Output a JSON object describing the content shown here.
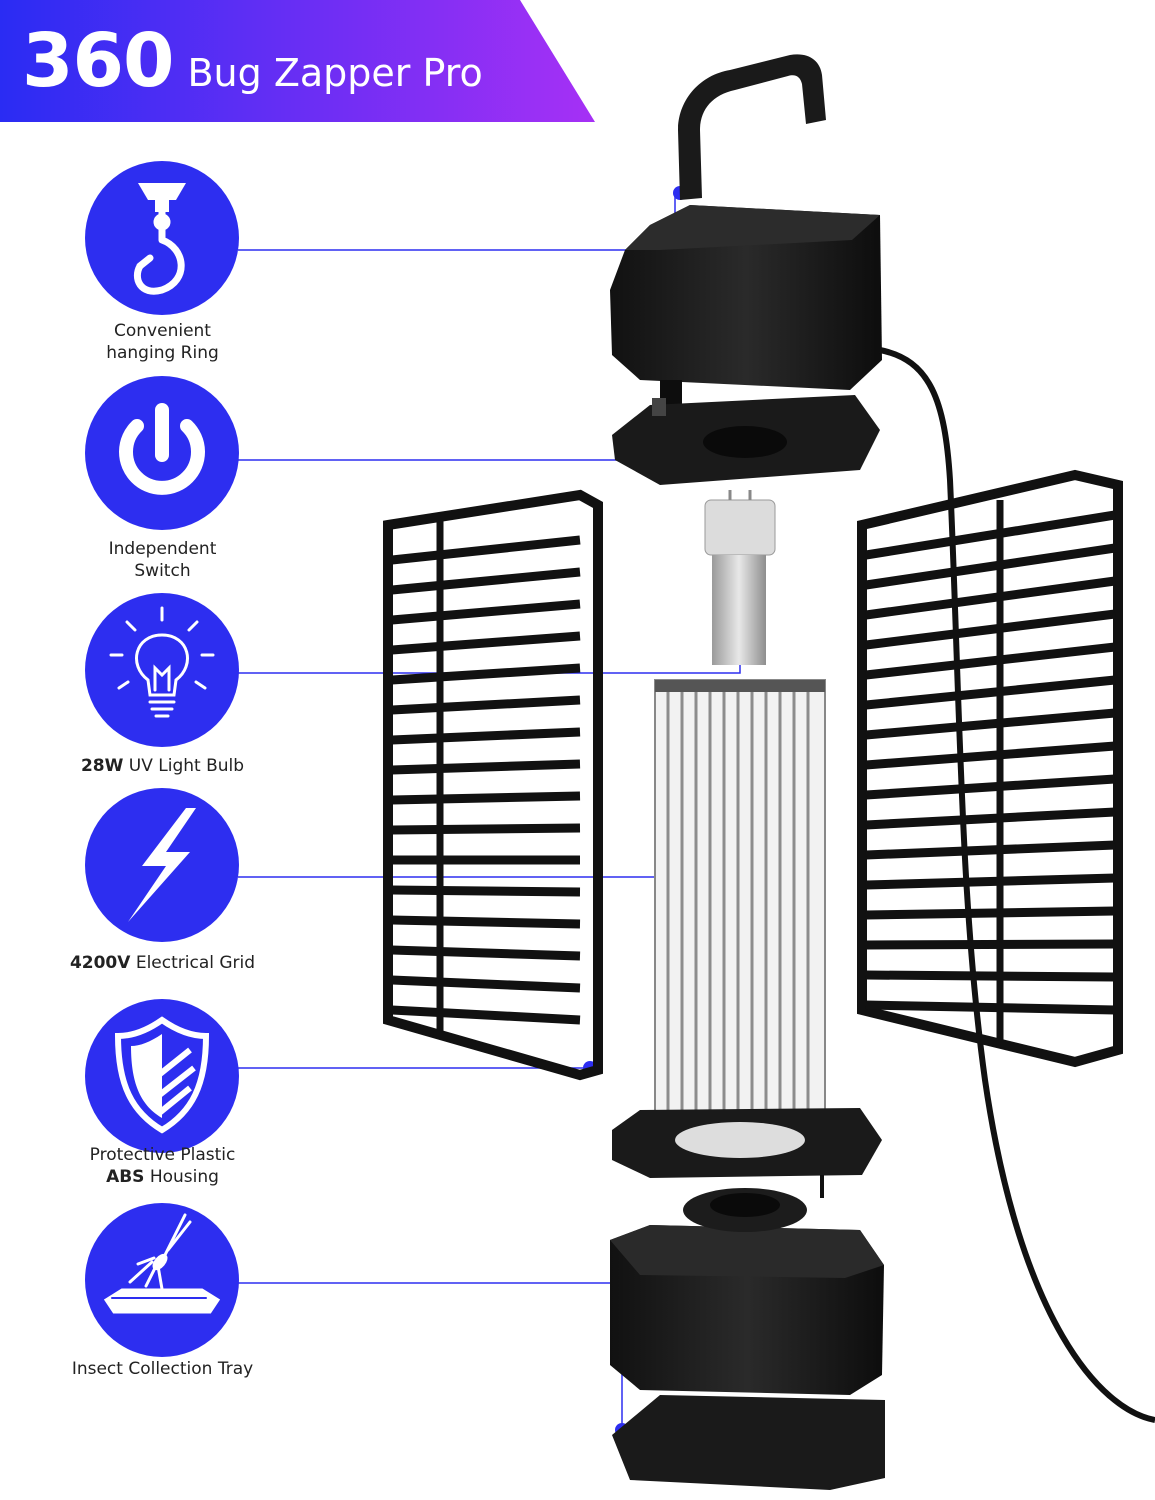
{
  "banner": {
    "number": "360",
    "name": "Bug Zapper Pro",
    "gradient_start": "#2a2cf3",
    "gradient_end": "#a630f5"
  },
  "accent_color": "#2d2ef0",
  "features": [
    {
      "icon": "hook-icon",
      "line1": "Convenient",
      "line2": "hanging Ring"
    },
    {
      "icon": "power-icon",
      "line1": "Independent",
      "line2": "Switch"
    },
    {
      "icon": "light-bulb-icon",
      "bold": "28W",
      "text": "UV Light Bulb"
    },
    {
      "icon": "lightning-bolt-icon",
      "bold": "4200V",
      "text": "Electrical Grid"
    },
    {
      "icon": "shield-icon",
      "line1": "Protective Plastic",
      "line2_bold": "ABS",
      "line2_rest": "Housing"
    },
    {
      "icon": "mosquito-tray-icon",
      "line1": "Insect Collection Tray"
    }
  ]
}
